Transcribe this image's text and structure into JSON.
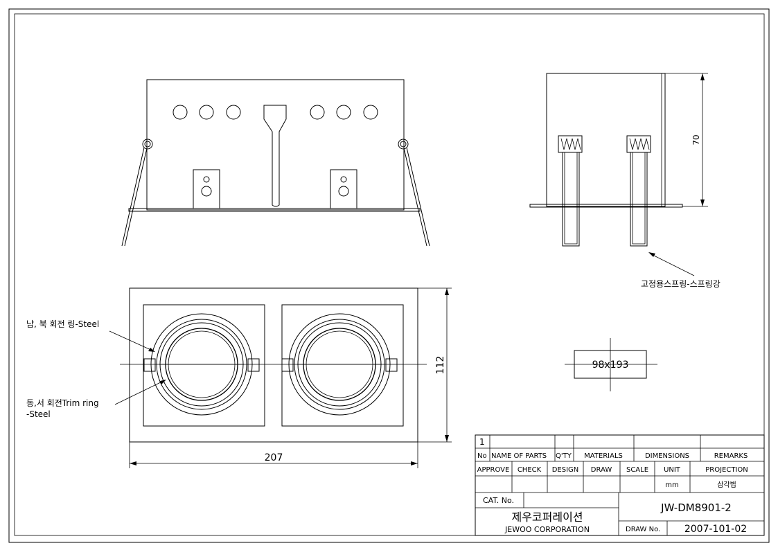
{
  "dimensions": {
    "width": "207",
    "height": "112",
    "depth": "70",
    "cutout": "98x193"
  },
  "callouts": {
    "spring": "고정용스프링-스프링강",
    "ring_line1": "남, 북 회전 링-Steel",
    "trim_line1": "동,서 회전Trim ring",
    "trim_line2": "-Steel"
  },
  "title_block": {
    "row_no": "1",
    "headers": {
      "no": "No",
      "name_of_parts": "NAME OF PARTS",
      "qty": "Q'TY",
      "materials": "MATERIALS",
      "dimensions": "DIMENSIONS",
      "remarks": "REMARKS"
    },
    "approve": "APPROVE",
    "check": "CHECK",
    "design": "DESIGN",
    "draw": "DRAW",
    "scale": "SCALE",
    "unit": "UNIT",
    "projection": "PROJECTION",
    "unit_value": "mm",
    "projection_value": "삼각법",
    "cat_no_label": "CAT. No.",
    "model": "JW-DM8901-2",
    "company_ko": "제우코퍼레이션",
    "company_en": "JEWOO CORPORATION",
    "draw_no_label": "DRAW No.",
    "draw_no": "2007-101-02"
  }
}
